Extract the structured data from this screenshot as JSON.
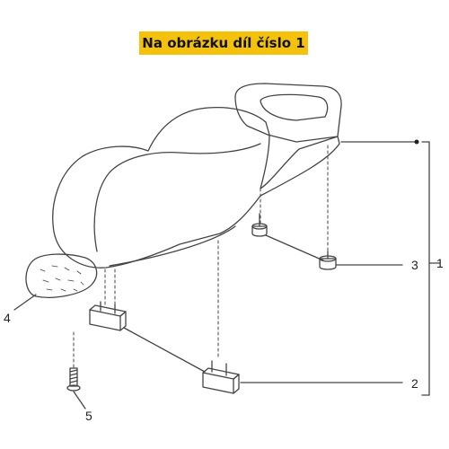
{
  "header": {
    "title": "Na obrázku díl číslo 1"
  },
  "callouts": {
    "c1": "1",
    "c2": "2",
    "c3": "3",
    "c4": "4",
    "c5": "5"
  },
  "colors": {
    "banner": "#f4c20d",
    "line": "#444444"
  }
}
